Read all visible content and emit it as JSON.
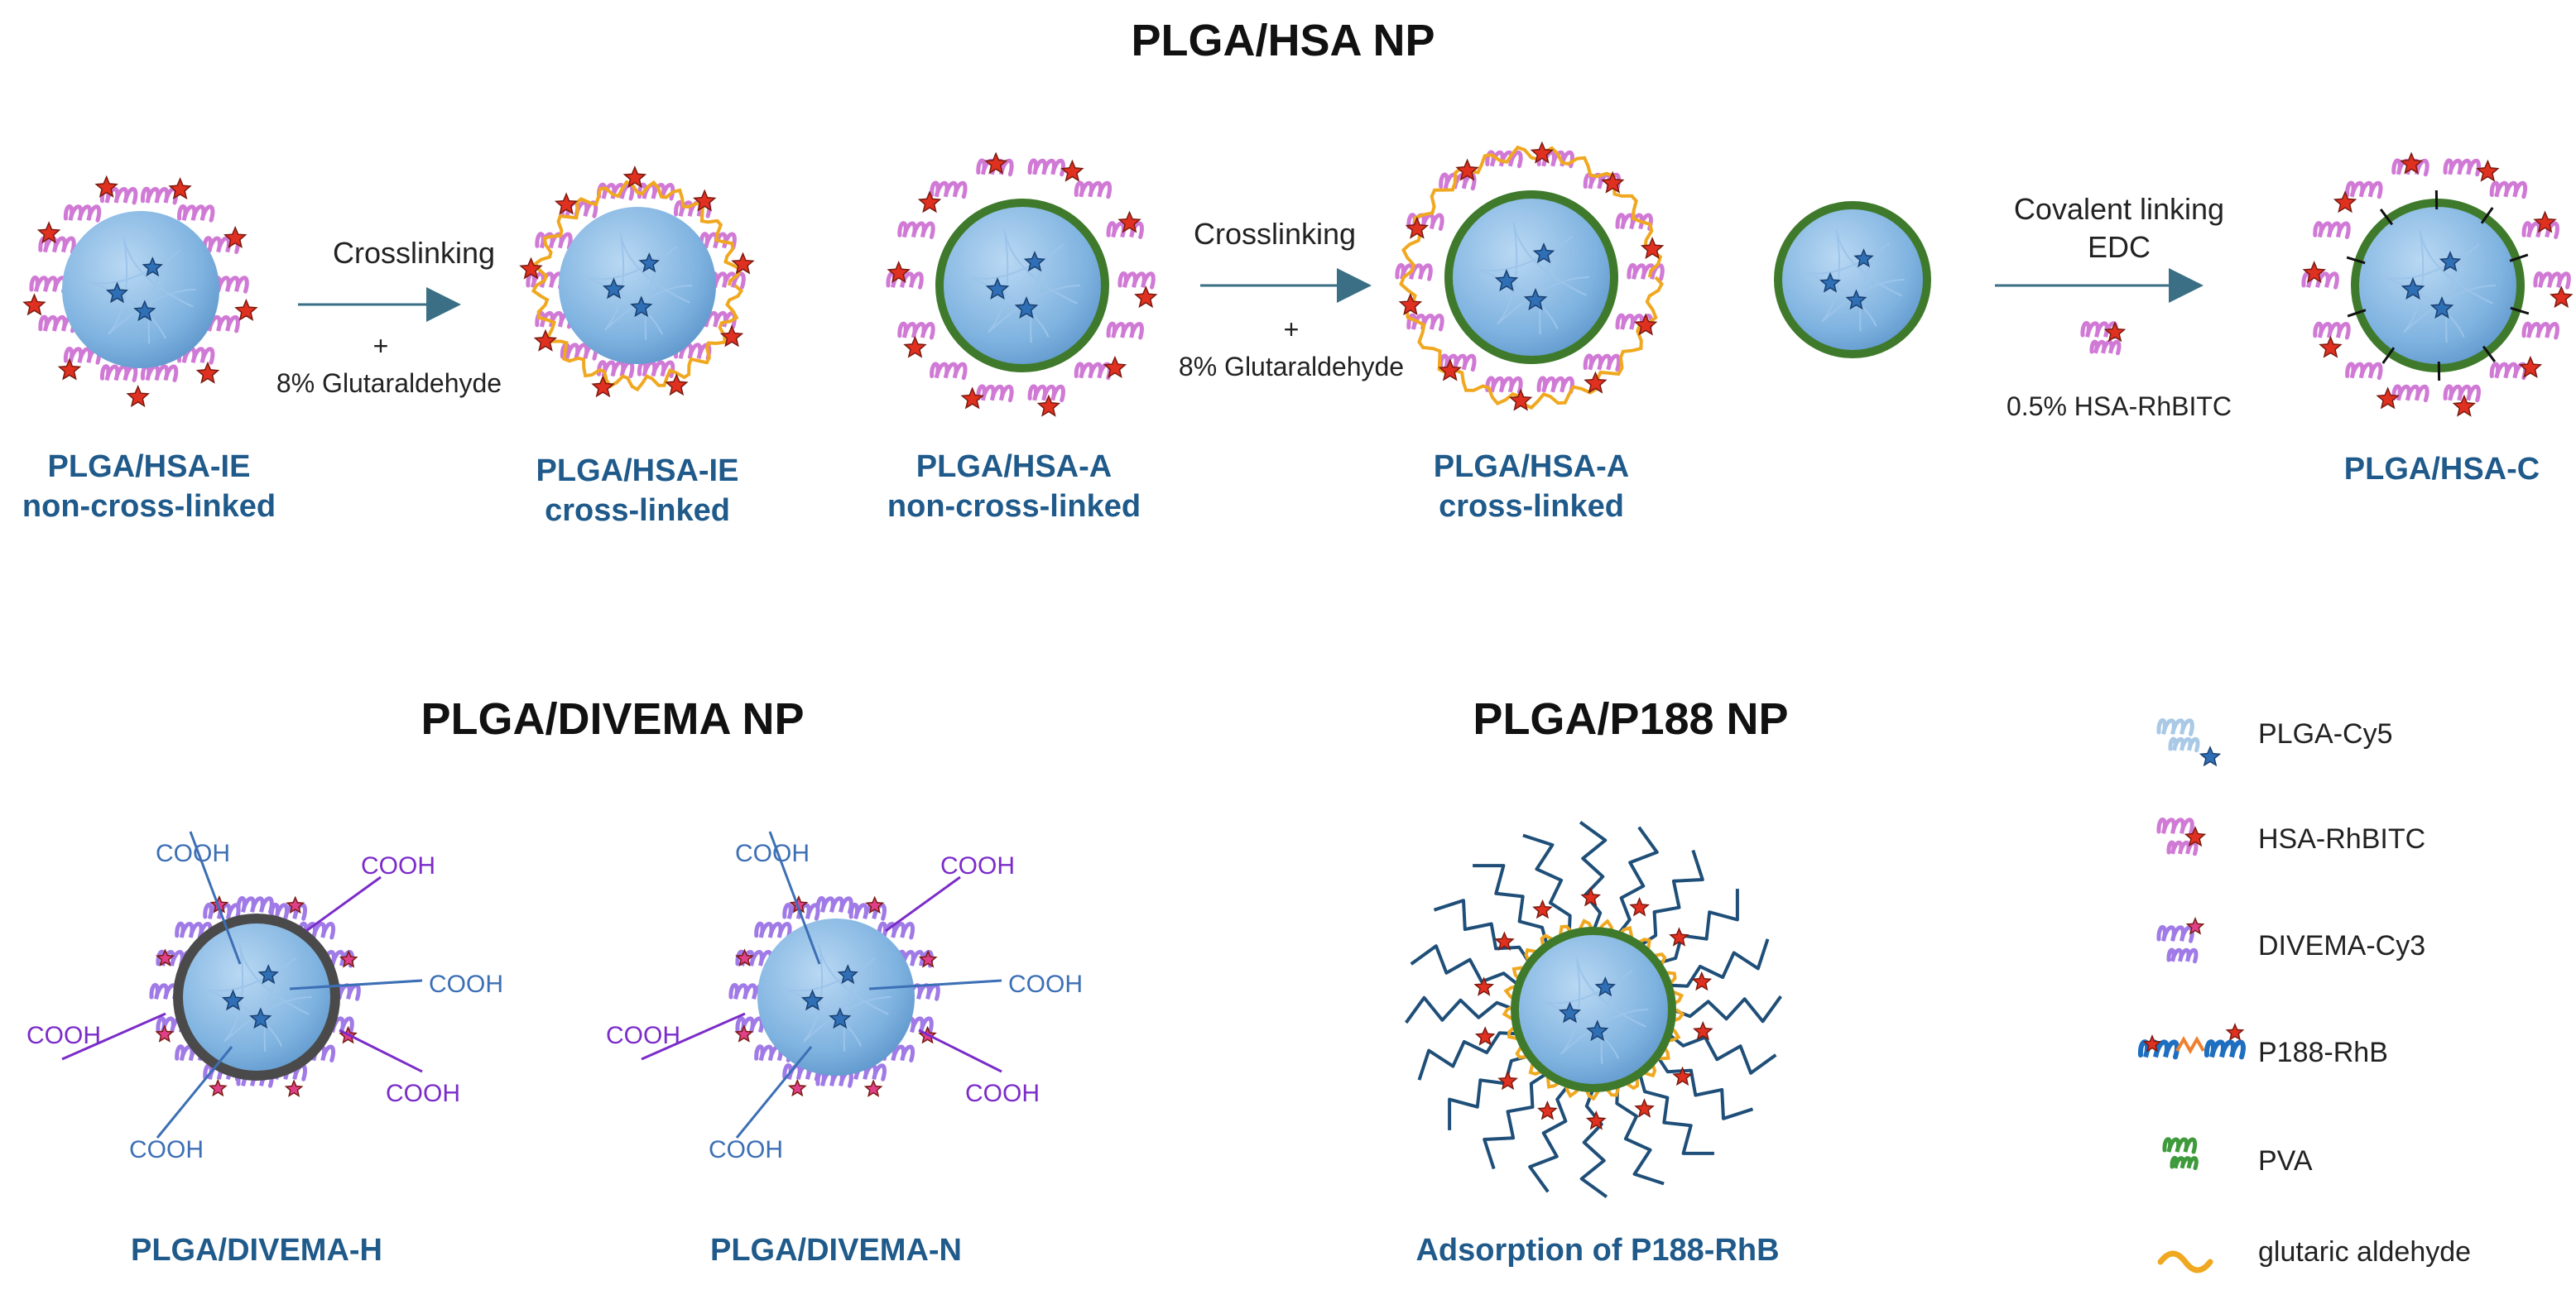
{
  "titles": {
    "hsa": "PLGA/HSA NP",
    "divema": "PLGA/DIVEMA NP",
    "p188": "PLGA/P188 NP"
  },
  "steps": {
    "crosslinking_1": "Crosslinking",
    "plus_1": "+",
    "glut_1": "8% Glutaraldehyde",
    "crosslinking_2": "Crosslinking",
    "plus_2": "+",
    "glut_2": "8% Glutaraldehyde",
    "covalent": "Covalent linking",
    "edc": "EDC",
    "hsa_rhbitc": "0.5% HSA-RhBITC"
  },
  "particles": {
    "ie_nc_line1": "PLGA/HSA-IE",
    "ie_nc_line2": "non-cross-linked",
    "ie_c_line1": "PLGA/HSA-IE",
    "ie_c_line2": "cross-linked",
    "a_nc_line1": "PLGA/HSA-A",
    "a_nc_line2": "non-cross-linked",
    "a_c_line1": "PLGA/HSA-A",
    "a_c_line2": "cross-linked",
    "c": "PLGA/HSA-C",
    "divema_h": "PLGA/DIVEMA-H",
    "divema_n": "PLGA/DIVEMA-N",
    "p188": "Adsorption of P188-RhB"
  },
  "cooh": {
    "label": "COOH"
  },
  "legend": [
    {
      "icon": "plga-cy5-icon",
      "label": "PLGA-Cy5"
    },
    {
      "icon": "hsa-rhbitc-icon",
      "label": "HSA-RhBITC"
    },
    {
      "icon": "divema-cy3-icon",
      "label": "DIVEMA-Cy3"
    },
    {
      "icon": "p188-rhb-icon",
      "label": "P188-RhB"
    },
    {
      "icon": "pva-icon",
      "label": "PVA"
    },
    {
      "icon": "glutaric-aldehyde-icon",
      "label": "glutaric aldehyde"
    }
  ],
  "colors": {
    "core": "#7fb3e0",
    "shell_green": "#3f7a2c",
    "shell_dark": "#4a4a4a",
    "hsa_pink": "#d07ad6",
    "divema_purple": "#a07ae6",
    "rhb_red": "#e03020",
    "glutaraldehyde": "#f0a820",
    "label_blue": "#1f5a8a",
    "arrow": "#3a6f85"
  }
}
